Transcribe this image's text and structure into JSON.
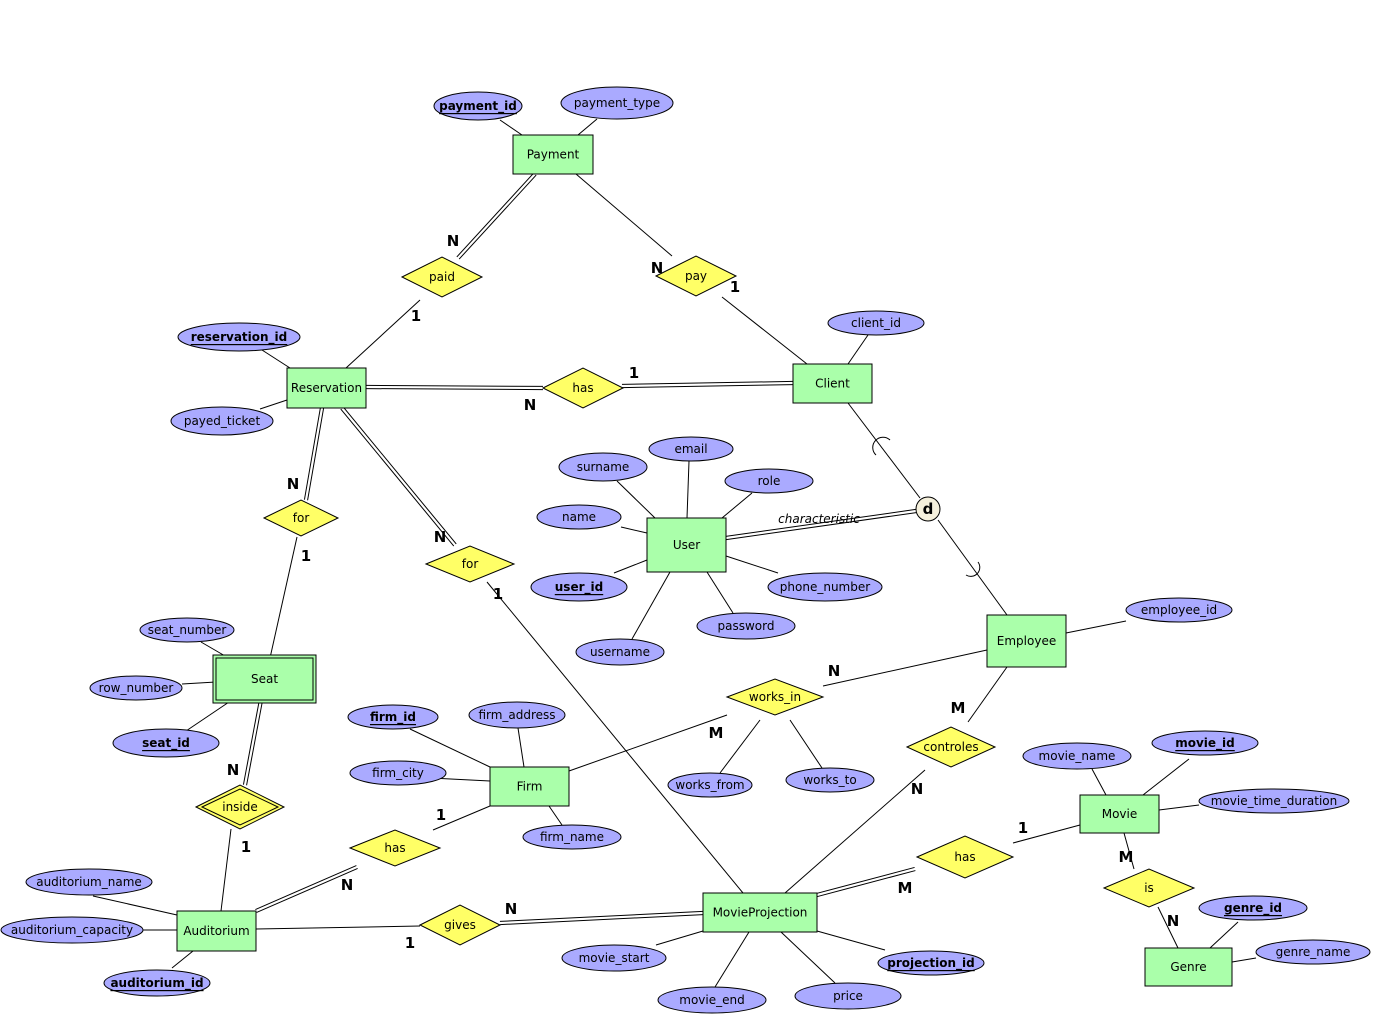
{
  "colors": {
    "entity": "#aaffaa",
    "relationship": "#ffff66",
    "attribute": "#aaaaff",
    "disjoint": "#f5f0dc"
  },
  "entities": [
    {
      "id": "payment",
      "label": "Payment"
    },
    {
      "id": "reservation",
      "label": "Reservation"
    },
    {
      "id": "client",
      "label": "Client"
    },
    {
      "id": "user",
      "label": "User"
    },
    {
      "id": "employee",
      "label": "Employee"
    },
    {
      "id": "seat",
      "label": "Seat",
      "weak": true
    },
    {
      "id": "firm",
      "label": "Firm"
    },
    {
      "id": "auditorium",
      "label": "Auditorium"
    },
    {
      "id": "movieprojection",
      "label": "MovieProjection"
    },
    {
      "id": "movie",
      "label": "Movie"
    },
    {
      "id": "genre",
      "label": "Genre"
    }
  ],
  "relationships": [
    {
      "id": "paid",
      "label": "paid"
    },
    {
      "id": "pay",
      "label": "pay"
    },
    {
      "id": "has-reservation-client",
      "label": "has"
    },
    {
      "id": "for-reservation-seat",
      "label": "for"
    },
    {
      "id": "for-reservation-projection",
      "label": "for"
    },
    {
      "id": "inside",
      "label": "inside",
      "weak": true
    },
    {
      "id": "has-auditorium-firm",
      "label": "has"
    },
    {
      "id": "gives",
      "label": "gives"
    },
    {
      "id": "works-in",
      "label": "works_in"
    },
    {
      "id": "controles",
      "label": "controles"
    },
    {
      "id": "has-projection-movie",
      "label": "has"
    },
    {
      "id": "is",
      "label": "is"
    }
  ],
  "attributes": [
    {
      "label": "payment_id",
      "key": true
    },
    {
      "label": "payment_type"
    },
    {
      "label": "reservation_id",
      "key": true
    },
    {
      "label": "payed_ticket"
    },
    {
      "label": "client_id"
    },
    {
      "label": "surname"
    },
    {
      "label": "email"
    },
    {
      "label": "role"
    },
    {
      "label": "name"
    },
    {
      "label": "user_id",
      "key": true
    },
    {
      "label": "phone_number"
    },
    {
      "label": "password"
    },
    {
      "label": "username"
    },
    {
      "label": "employee_id"
    },
    {
      "label": "seat_number"
    },
    {
      "label": "row_number"
    },
    {
      "label": "seat_id",
      "key": true
    },
    {
      "label": "firm_id",
      "key": true
    },
    {
      "label": "firm_address"
    },
    {
      "label": "firm_city"
    },
    {
      "label": "firm_name"
    },
    {
      "label": "auditorium_name"
    },
    {
      "label": "auditorium_capacity"
    },
    {
      "label": "auditorium_id",
      "key": true
    },
    {
      "label": "works_from"
    },
    {
      "label": "works_to"
    },
    {
      "label": "movie_name"
    },
    {
      "label": "movie_id",
      "key": true
    },
    {
      "label": "movie_time_duration"
    },
    {
      "label": "genre_id",
      "key": true
    },
    {
      "label": "genre_name"
    },
    {
      "label": "movie_start"
    },
    {
      "label": "movie_end"
    },
    {
      "label": "projection_id",
      "key": true
    },
    {
      "label": "price"
    }
  ],
  "cardinalities": [
    "N",
    "N",
    "1",
    "1",
    "1",
    "N",
    "N",
    "1",
    "N",
    "1",
    "N",
    "M",
    "M",
    "N",
    "N",
    "1",
    "1",
    "N",
    "N",
    "1",
    "1",
    "M",
    "M",
    "N"
  ],
  "disjoint": {
    "symbol": "d",
    "label": "characteristic"
  }
}
